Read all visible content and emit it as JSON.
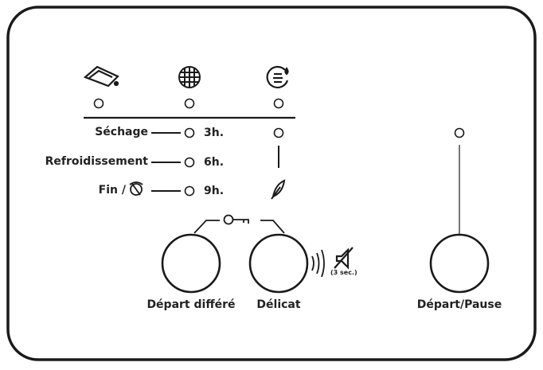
{
  "panel": {
    "program_rows": [
      {
        "label": "Séchage",
        "time": "3h."
      },
      {
        "label": "Refroidissement",
        "time": "6h."
      },
      {
        "label": "Fin /",
        "time": "9h."
      }
    ],
    "sound_hint": "(3 sec.)",
    "buttons": {
      "delay": "Départ différé",
      "delicate": "Délicat",
      "start": "Départ/Pause"
    },
    "icons": [
      "dry-clothes-icon",
      "grid-filter-icon",
      "drum-tank-icon",
      "anti-crease-icon",
      "key-lock-icon",
      "sound-off-icon",
      "feather-icon"
    ],
    "colors": {
      "line": "#1a1a1a",
      "background": "#ffffff"
    }
  }
}
